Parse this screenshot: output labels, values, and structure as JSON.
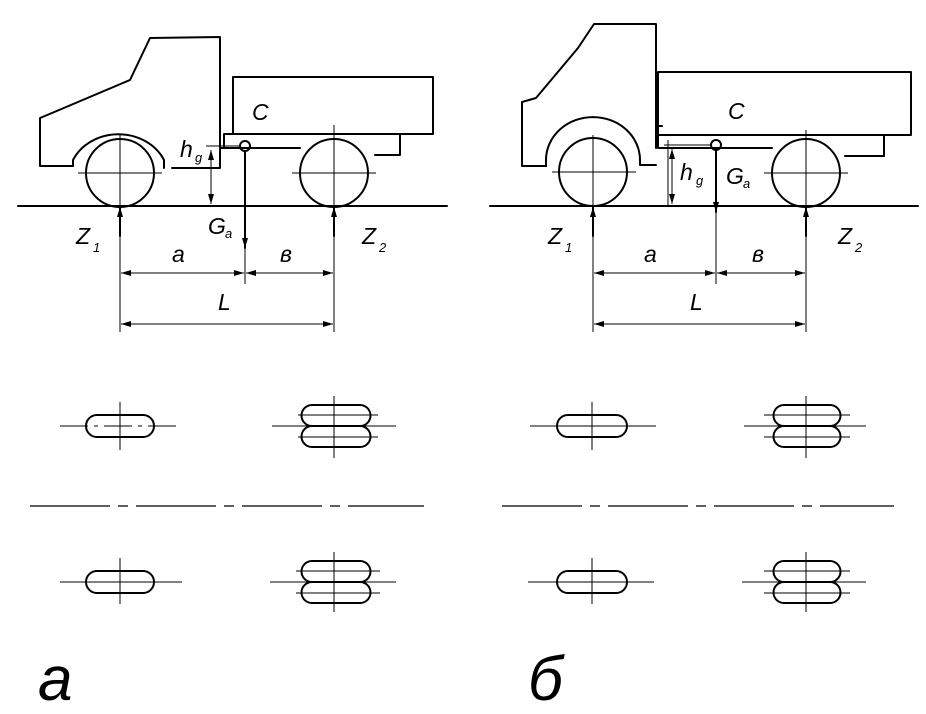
{
  "labels": {
    "cargo": "C",
    "cg_height": "h",
    "cg_height_sub": "g",
    "weight": "G",
    "weight_sub": "a",
    "front_reaction": "Z",
    "front_reaction_sub": "1",
    "rear_reaction": "Z",
    "rear_reaction_sub": "2",
    "dist_front": "a",
    "dist_rear": "в",
    "wheelbase": "L"
  },
  "variants": [
    {
      "caption": "а"
    },
    {
      "caption": "б"
    }
  ]
}
